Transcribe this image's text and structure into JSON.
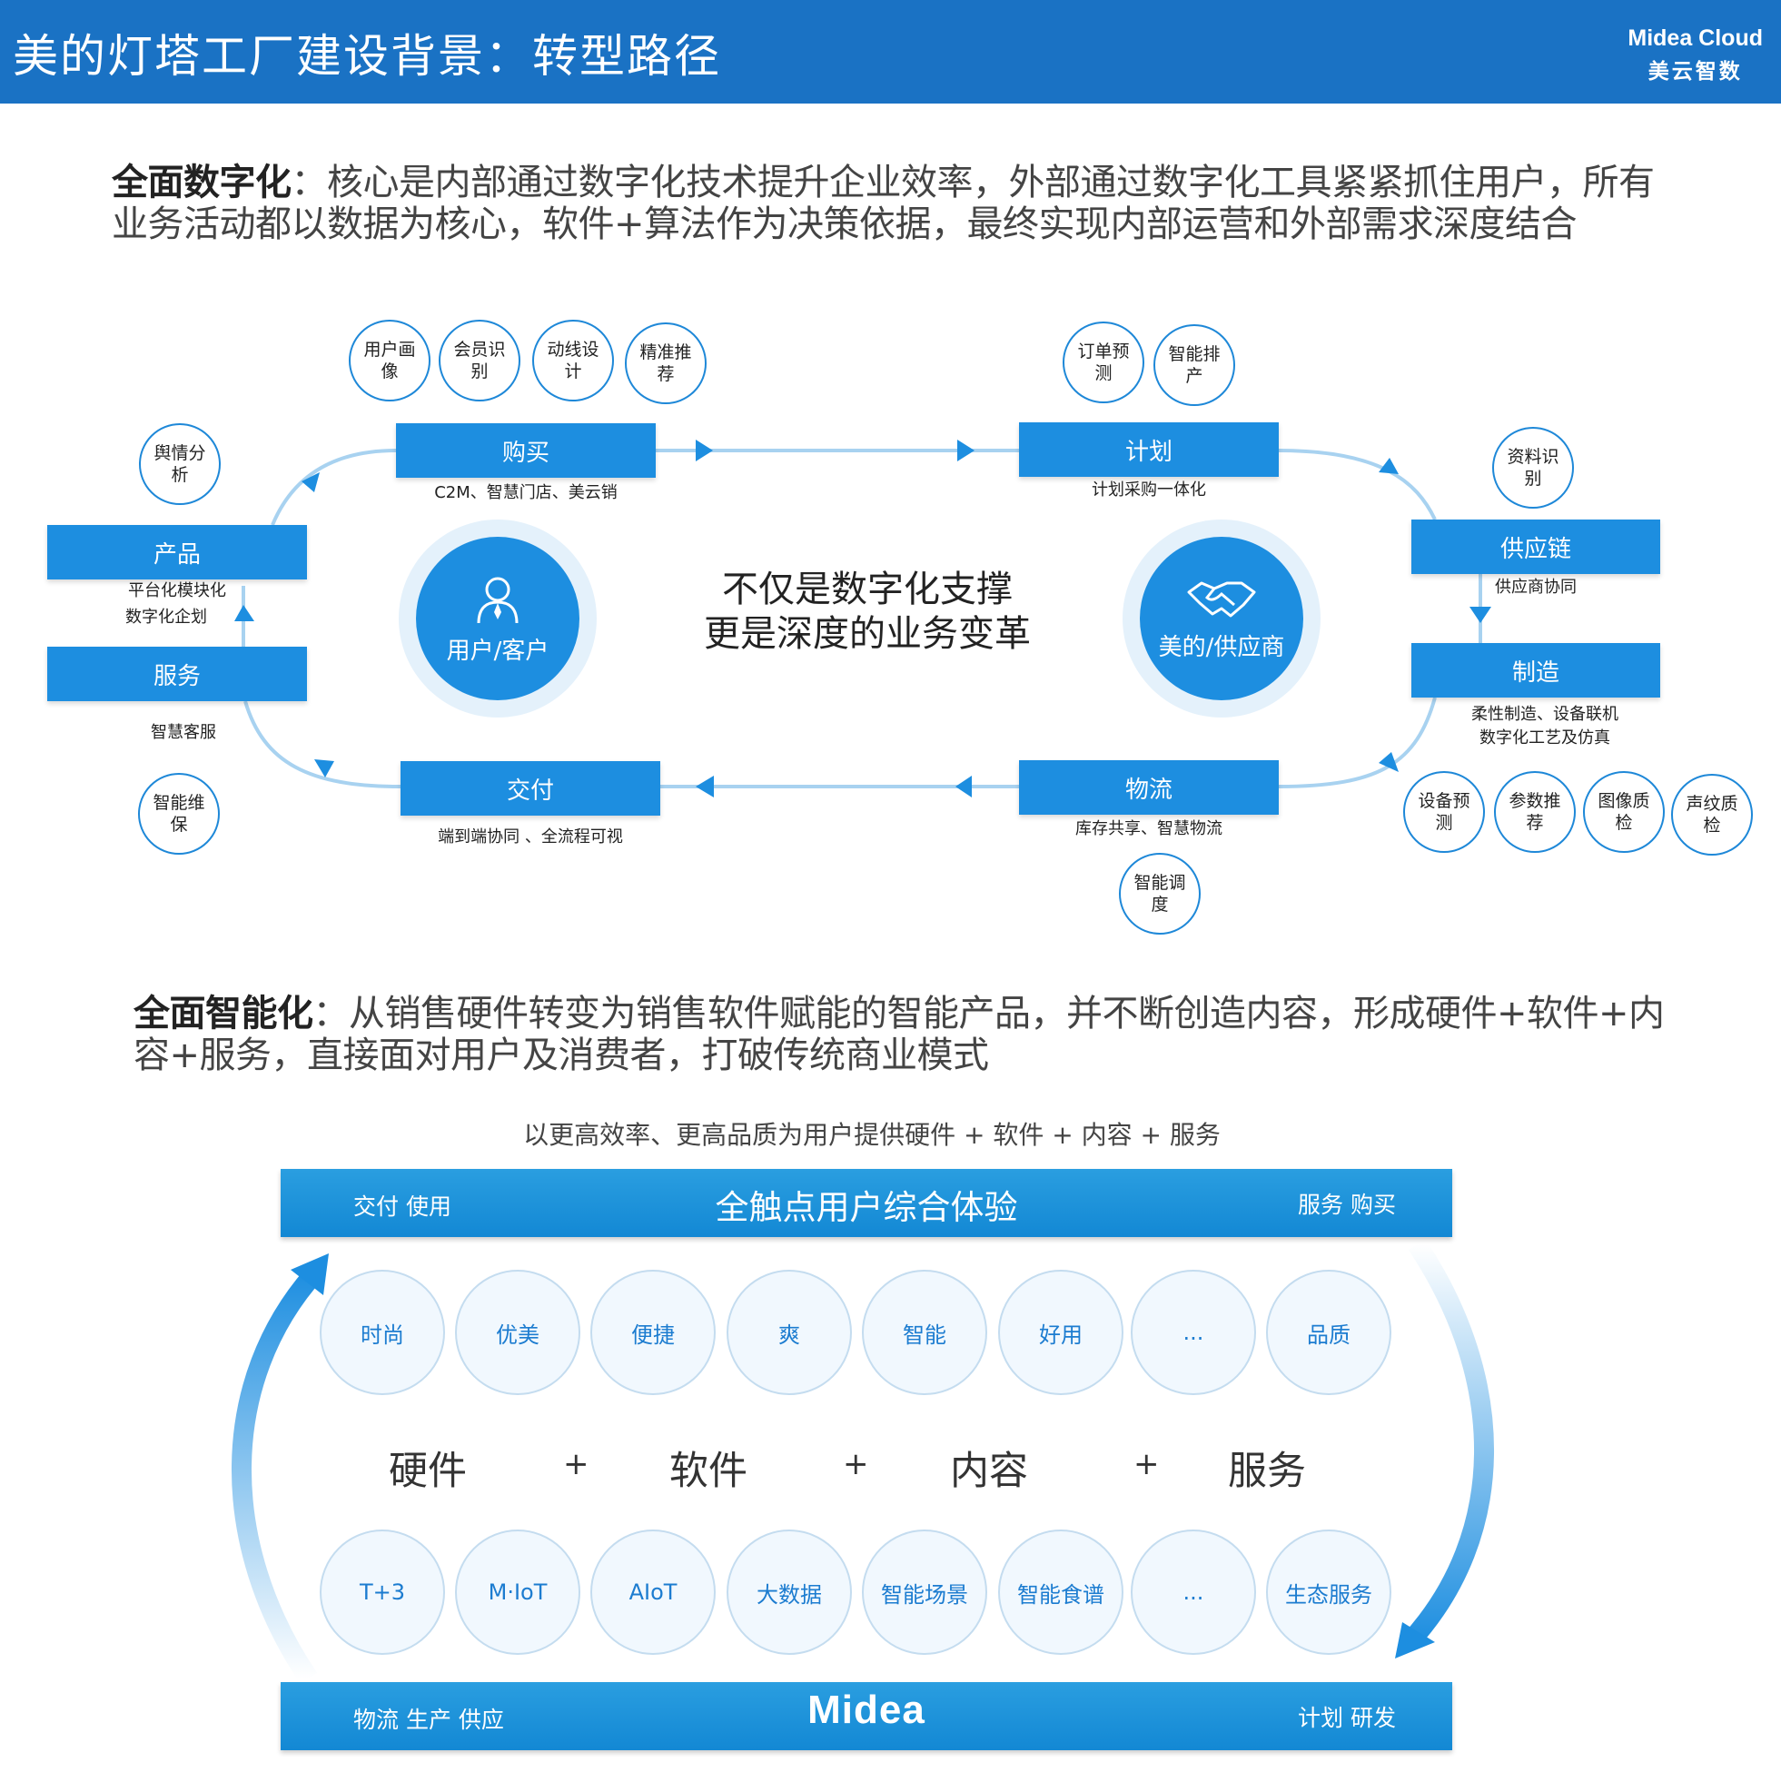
{
  "header": {
    "title": "美的灯塔工厂建设背景：转型路径",
    "brand_en": "Midea Cloud",
    "brand_cn": "美云智数"
  },
  "section1": {
    "title": "全面数字化",
    "text": "：核心是内部通过数字化技术提升企业效率，外部通过数字化工具紧紧抓住用户，所有业务活动都以数据为核心，软件+算法作为决策依据，最终实现内部运营和外部需求深度结合"
  },
  "loop": {
    "center_line1": "不仅是数字化支撑",
    "center_line2": "更是深度的业务变革",
    "hub_left": "用户/客户",
    "hub_right": "美的/供应商",
    "boxes": {
      "buy": {
        "label": "购买",
        "sub": "C2M、智慧门店、美云销"
      },
      "plan": {
        "label": "计划",
        "sub": "计划采购一体化"
      },
      "supply": {
        "label": "供应链",
        "sub": "供应商协同"
      },
      "make": {
        "label": "制造",
        "sub": "柔性制造、设备联机",
        "sub2": "数字化工艺及仿真"
      },
      "logistics": {
        "label": "物流",
        "sub": "库存共享、智慧物流"
      },
      "deliver": {
        "label": "交付",
        "sub": "端到端协同 、全流程可视"
      },
      "service": {
        "label": "服务",
        "sub": "智慧客服"
      },
      "product": {
        "label": "产品",
        "sub": "平台化模块化",
        "sub2": "数字化企划"
      }
    },
    "circles": {
      "user_profile": "用户画像",
      "member_id": "会员识别",
      "path_design": "动线设计",
      "precise_rec": "精准推荐",
      "order_forecast": "订单预测",
      "smart_sched": "智能排产",
      "material_id": "资料识别",
      "device_forecast": "设备预测",
      "param_rec": "参数推荐",
      "image_qc": "图像质检",
      "voice_qc": "声纹质检",
      "smart_dispatch": "智能调度",
      "smart_maint": "智能维保",
      "sentiment": "舆情分析"
    }
  },
  "section2": {
    "title": "全面智能化",
    "text": "：从销售硬件转变为销售软件赋能的智能产品，并不断创造内容，形成硬件+软件+内容+服务，直接面对用户及消费者，打破传统商业模式"
  },
  "smart": {
    "tagline": "以更高效率、更高品质为用户提供硬件 + 软件 + 内容 + 服务",
    "top_band": {
      "left": "交付  使用",
      "center": "全触点用户综合体验",
      "right": "服务  购买"
    },
    "bottom_band": {
      "left": "物流  生产  供应",
      "center": "Midea",
      "right": "计划  研发"
    },
    "top_row": [
      "时尚",
      "优美",
      "便捷",
      "爽",
      "智能",
      "好用",
      "...",
      "品质"
    ],
    "middle": [
      "硬件",
      "软件",
      "内容",
      "服务"
    ],
    "plus": "+",
    "bottom_row": [
      "T+3",
      "M·IoT",
      "AIoT",
      "大数据",
      "智能场景",
      "智能食谱",
      "...",
      "生态服务"
    ]
  }
}
